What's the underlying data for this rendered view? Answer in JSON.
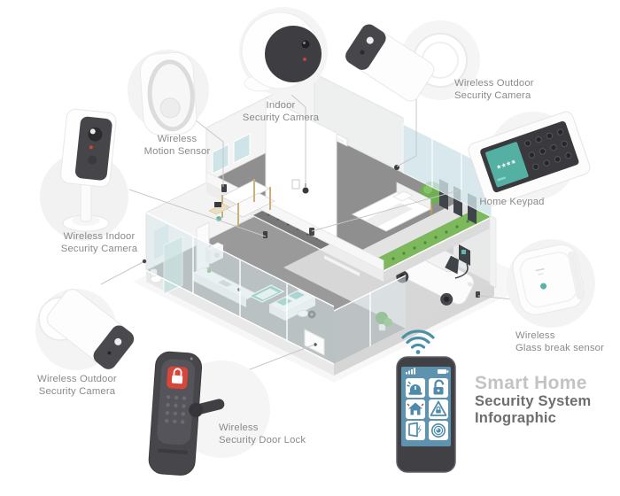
{
  "title": {
    "line1": "Smart Home",
    "line2": "Security System",
    "line3": "Infographic"
  },
  "colors": {
    "accent_teal": "#54b0a2",
    "alert_red": "#d8453a",
    "screen_blue": "#5d93ae",
    "icon_blue": "#4e8bab",
    "label_gray": "#8a8a8a",
    "title_light_gray": "#c3c3c3",
    "title_dark_gray": "#6e6e6e",
    "wifi_teal": "#4b90a8",
    "plant_green": "#7db95c"
  },
  "devices": [
    {
      "id": "wireless-indoor-security-camera",
      "label_lines": [
        "Wireless Indoor",
        "Security Camera"
      ]
    },
    {
      "id": "wireless-motion-sensor",
      "label_lines": [
        "Wireless",
        "Motion Sensor"
      ]
    },
    {
      "id": "indoor-security-camera",
      "label_lines": [
        "Indoor",
        "Security Camera"
      ]
    },
    {
      "id": "wireless-outdoor-security-camera-top",
      "label_lines": [
        "Wireless Outdoor",
        "Security Camera"
      ]
    },
    {
      "id": "home-keypad",
      "label_lines": [
        "Home Keypad"
      ]
    },
    {
      "id": "wireless-glass-break-sensor",
      "label_lines": [
        "Wireless",
        "Glass break sensor"
      ]
    },
    {
      "id": "wireless-outdoor-security-camera-bottom",
      "label_lines": [
        "Wireless Outdoor",
        "Security Camera"
      ]
    },
    {
      "id": "wireless-security-door-lock",
      "label_lines": [
        "Wireless",
        "Security Door Lock"
      ]
    }
  ],
  "home_keypad": {
    "screen_text": "****"
  },
  "phone": {
    "tiles": [
      {
        "icon": "siren-alarm-icon"
      },
      {
        "icon": "unlocked-padlock-icon"
      },
      {
        "icon": "smart-home-wifi-icon"
      },
      {
        "icon": "warning-lock-icon"
      },
      {
        "icon": "door-sensor-icon"
      },
      {
        "icon": "surveillance-eye-icon"
      }
    ]
  }
}
